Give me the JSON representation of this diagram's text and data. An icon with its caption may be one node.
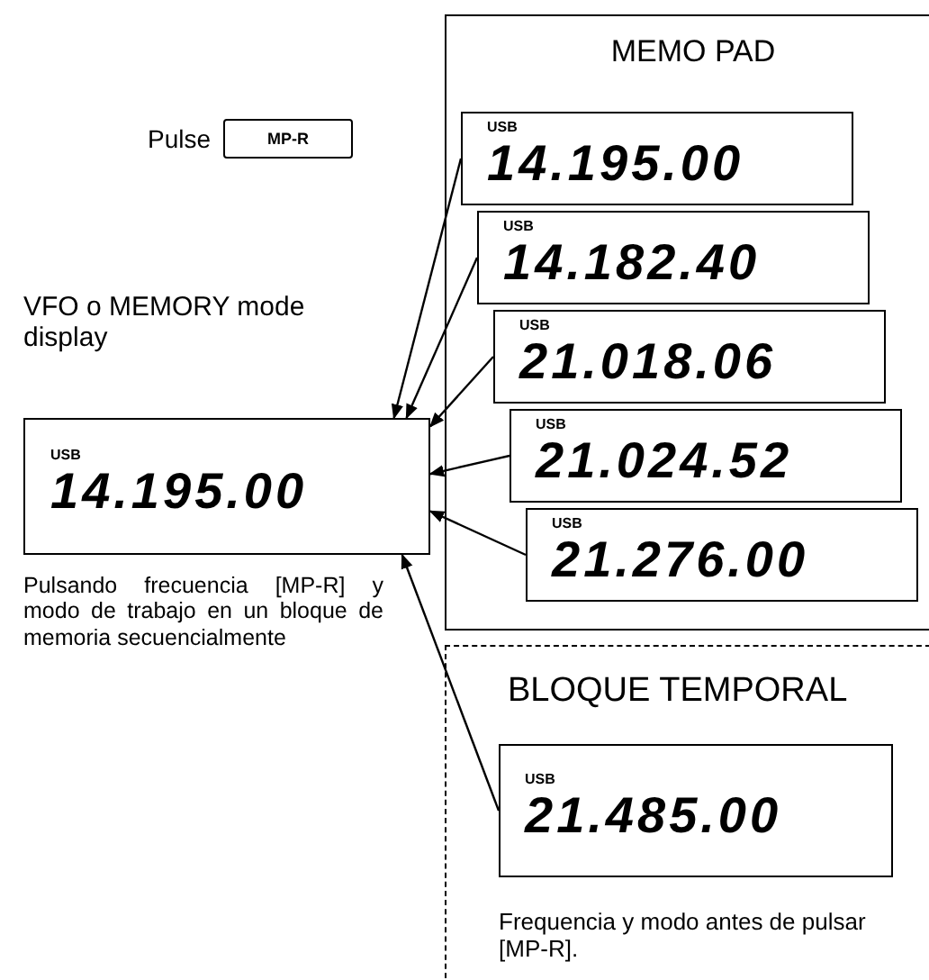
{
  "diagram": {
    "nodes": [
      {
        "text": [
          "MEMO PAD"
        ]
      },
      {
        "text": [
          "USB",
          "14.195.00"
        ],
        "in": 0
      },
      {
        "text": [
          "USB",
          "14.182.40"
        ],
        "in": 0
      },
      {
        "text": [
          "USB",
          "21.018.06"
        ],
        "in": 0
      },
      {
        "text": [
          "USB",
          "21.024.52"
        ],
        "in": 0
      },
      {
        "text": [
          "USB",
          "21.276.00"
        ],
        "in": 0
      },
      {
        "text": [
          "USB",
          "14.195.00"
        ],
        "beside": [
          "VFO o MEMORY mode display",
          "Pulsando frecuencia [MP-R] y modo de trabajo en un bloque de memoria secuencialmente"
        ]
      },
      {
        "text": [
          "BLOQUE TEMPORAL"
        ]
      },
      {
        "text": [
          "USB",
          "21.485.00"
        ],
        "in": 7,
        "beside": [
          "Frequencia y modo antes de pulsar [MP-R]."
        ]
      },
      {
        "text": [
          "MP-R"
        ],
        "beside": [
          "Pulse"
        ]
      }
    ],
    "edges": [
      {
        "from": 1,
        "to": 6,
        "arrow": "to"
      },
      {
        "from": 2,
        "to": 6,
        "arrow": "to"
      },
      {
        "from": 3,
        "to": 6,
        "arrow": "to"
      },
      {
        "from": 4,
        "to": 6,
        "arrow": "to"
      },
      {
        "from": 5,
        "to": 6,
        "arrow": "to"
      },
      {
        "from": 8,
        "to": 6,
        "arrow": "to"
      }
    ]
  }
}
